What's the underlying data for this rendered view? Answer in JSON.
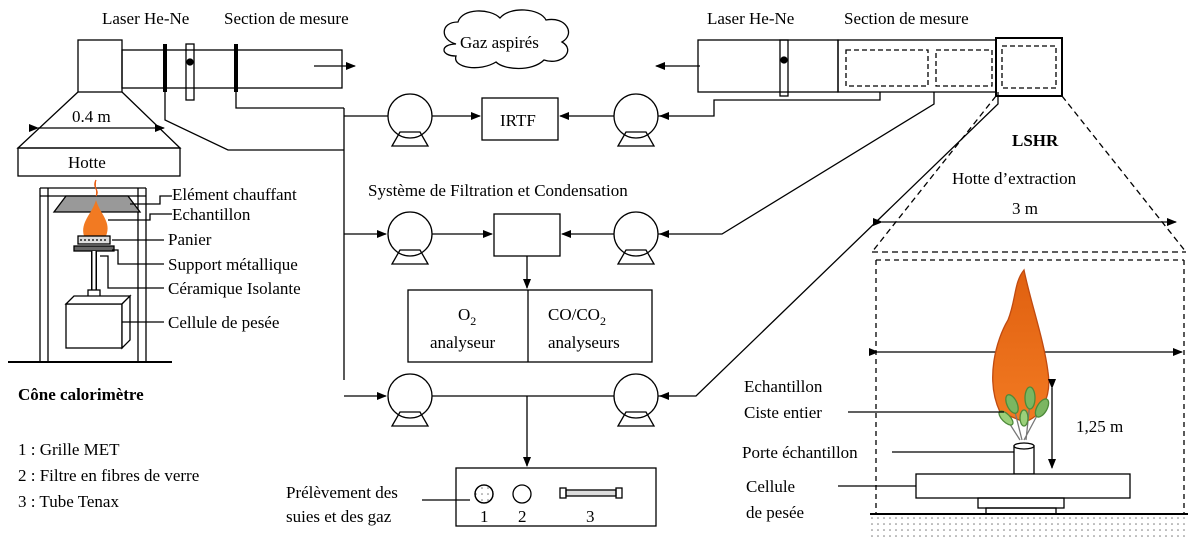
{
  "left": {
    "laser": "Laser He-Ne",
    "section": "Section de mesure",
    "width": "0.4 m",
    "hotte": "Hotte",
    "element_chauffant": "Elément chauffant",
    "echantillon": "Echantillon",
    "panier": "Panier",
    "support": "Support métallique",
    "ceramique": "Céramique Isolante",
    "cellule": "Cellule de pesée",
    "title": "Cône calorimètre",
    "legend": [
      "1 : Grille MET",
      "2 : Filtre en fibres de verre",
      "3 : Tube Tenax"
    ]
  },
  "center": {
    "gaz_aspires": "Gaz aspirés",
    "irtf": "IRTF",
    "filtration": "Système de Filtration et Condensation",
    "o2_line1": "O",
    "o2_sub": "2",
    "o2_line2": "analyseur",
    "co_line1a": "CO/CO",
    "co_sub": "2",
    "co_line2": "analyseurs",
    "prelevement_1": "Prélèvement des",
    "prelevement_2": "suies et des gaz",
    "sample_nums": [
      "1",
      "2",
      "3"
    ]
  },
  "right": {
    "laser": "Laser He-Ne",
    "section": "Section de mesure",
    "title": "LSHR",
    "hotte": "Hotte d’extraction",
    "width": "3 m",
    "echantillon_1": "Echantillon",
    "echantillon_2": "Ciste entier",
    "height": "1,25 m",
    "porte": "Porte échantillon",
    "cellule_1": "Cellule",
    "cellule_2": "de pesée"
  },
  "colors": {
    "flame": "#e85a12",
    "flame_dark": "#c04a10",
    "leaf": "#7bb661"
  }
}
